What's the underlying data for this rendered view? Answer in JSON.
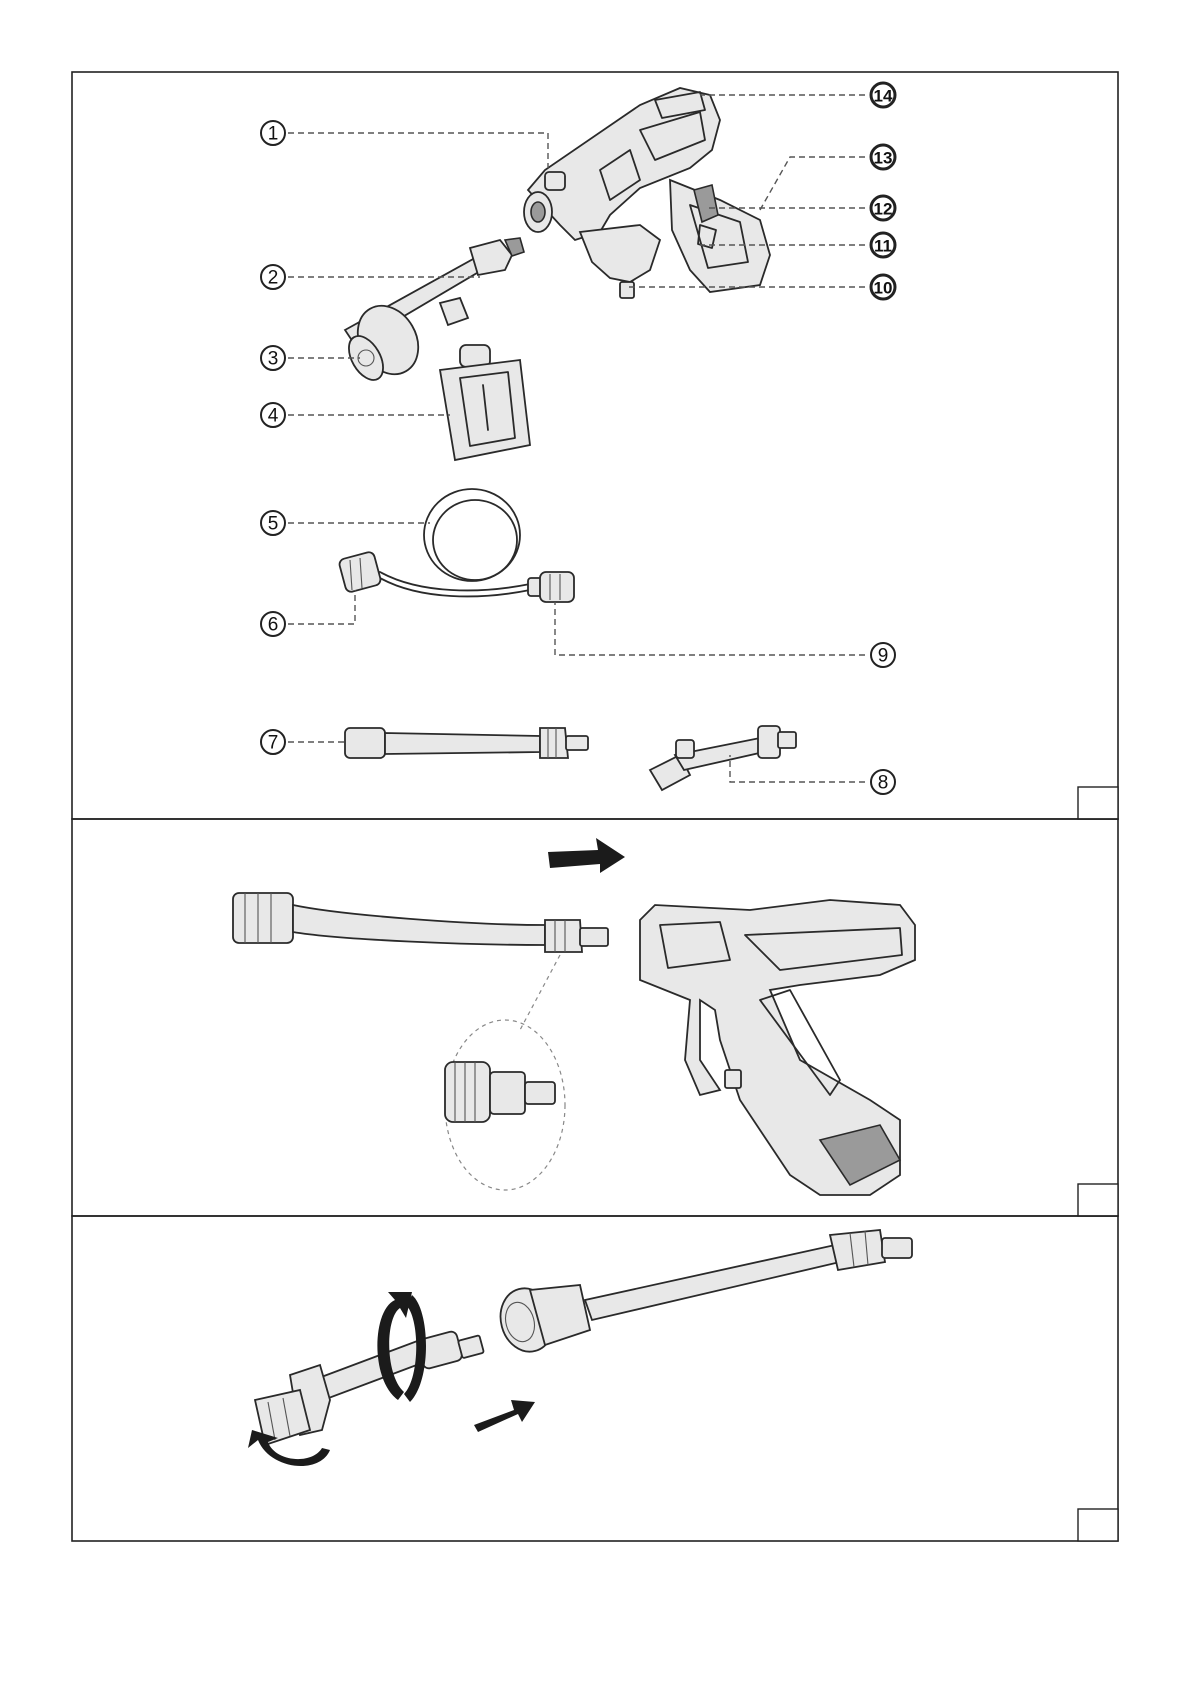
{
  "figure_numbers": {
    "1": "1",
    "2": "2",
    "3": "3",
    "4": "4",
    "5": "5",
    "6": "6",
    "7": "7",
    "8": "8",
    "9": "9",
    "10": "10",
    "11": "11",
    "12": "12",
    "13": "13",
    "14": "14"
  },
  "icons": {
    "arrow": "arrow-right-icon",
    "rotate": "rotate-icon"
  },
  "colors": {
    "line": "#2a2a2a",
    "arrow": "#1b1b1b",
    "background": "#ffffff"
  }
}
